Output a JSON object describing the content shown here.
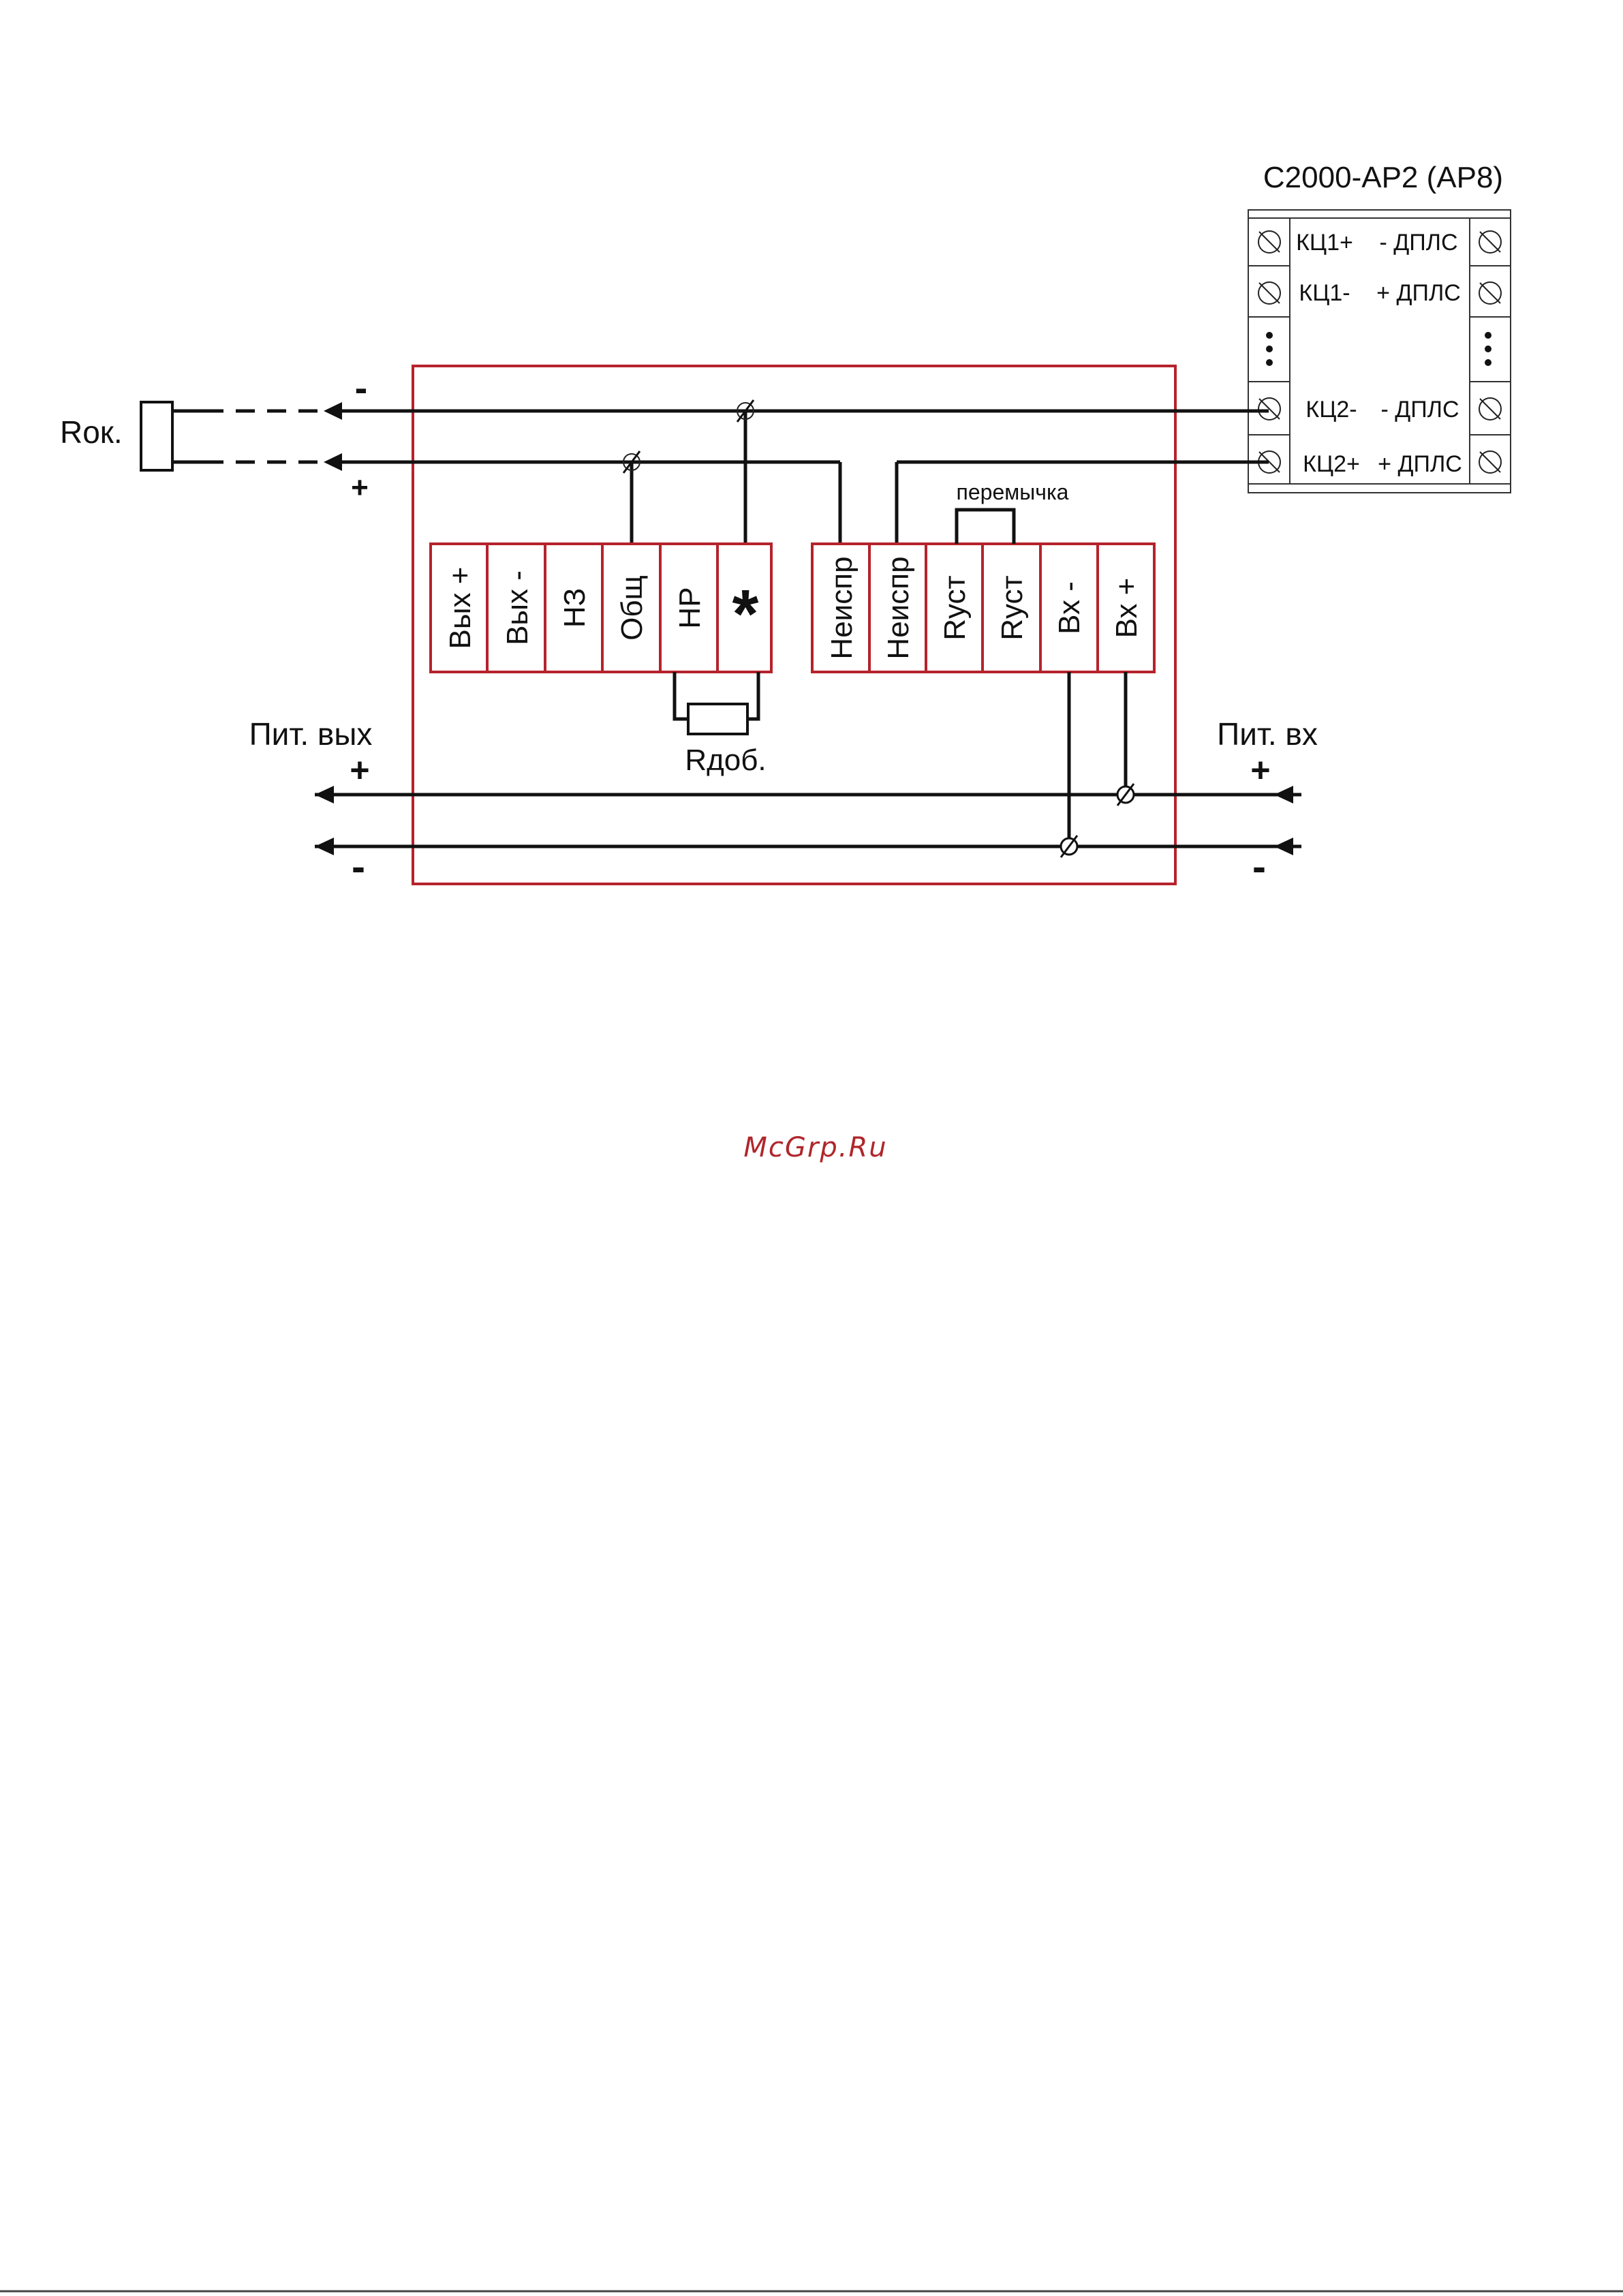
{
  "device_title": "С2000-АР2 (АР8)",
  "device_rows": [
    {
      "left": "КЦ1+",
      "right": "- ДПЛС"
    },
    {
      "left": "КЦ1-",
      "right": "+ ДПЛС"
    },
    {
      "left": "КЦ2-",
      "right": "- ДПЛС"
    },
    {
      "left": "КЦ2+",
      "right": "+ ДПЛС"
    }
  ],
  "rok_label": "Rок.",
  "loop_minus": "-",
  "loop_plus": "+",
  "terminal_group_left": [
    "Вых +",
    "Вых -",
    "НЗ",
    "Общ",
    "НР",
    "*"
  ],
  "terminal_group_right": [
    "Неиспр",
    "Неиспр",
    "Rуст",
    "Rуст",
    "Вх -",
    "Вх +"
  ],
  "jumper_label": "перемычка",
  "rdob_label": "Rдоб.",
  "power_out_label": "Пит. вых",
  "power_in_label": "Пит. вх",
  "power_plus": "+",
  "power_minus": "-",
  "watermark": "McGrp.Ru"
}
